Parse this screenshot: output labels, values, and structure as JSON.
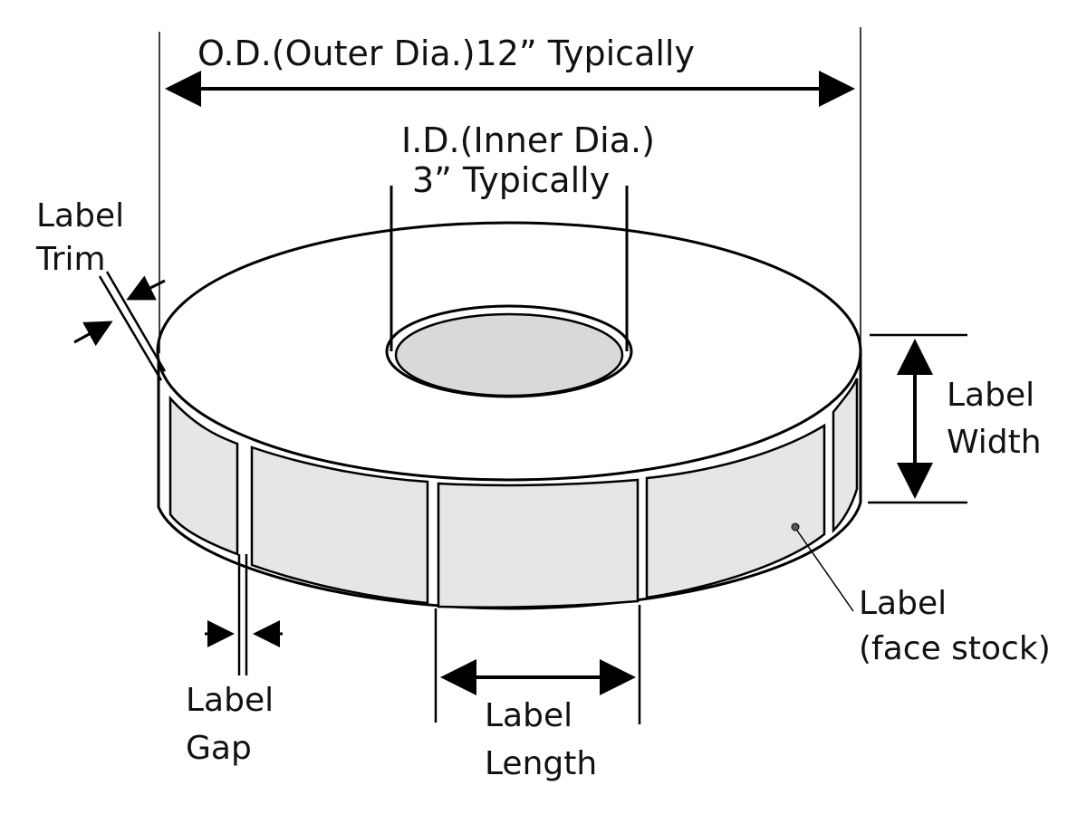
{
  "colors": {
    "line": "#000000",
    "label_fill": "#e6e6e6",
    "core_fill": "#d9d9d9",
    "background": "#ffffff"
  },
  "labels": {
    "outer_diameter": "O.D.(Outer Dia.)12” Typically",
    "inner_diameter_line1": "I.D.(Inner Dia.)",
    "inner_diameter_line2": "3” Typically",
    "label_trim_line1": "Label",
    "label_trim_line2": "Trim",
    "label_width_line1": "Label",
    "label_width_line2": "Width",
    "label_face_line1": "Label",
    "label_face_line2": "(face stock)",
    "label_gap_line1": "Label",
    "label_gap_line2": "Gap",
    "label_length_line1": "Label",
    "label_length_line2": "Length"
  }
}
